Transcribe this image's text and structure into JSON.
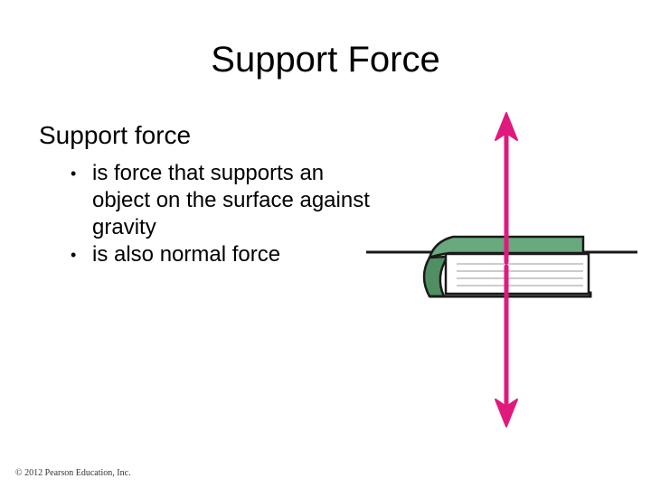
{
  "slide": {
    "title": "Support Force",
    "heading": "Support force",
    "bullets": [
      "is force that supports an object on the surface against gravity",
      "is also normal force"
    ],
    "bullet_glyph": "•",
    "copyright": "© 2012 Pearson Education, Inc."
  },
  "illustration": {
    "description_icon": "book-on-table-with-force-arrows",
    "arrow_color": "#e0197d",
    "book_cover_color": "#6aa87e",
    "book_spine_color": "#4f8f63",
    "table_line_color": "#1a1a1a"
  }
}
